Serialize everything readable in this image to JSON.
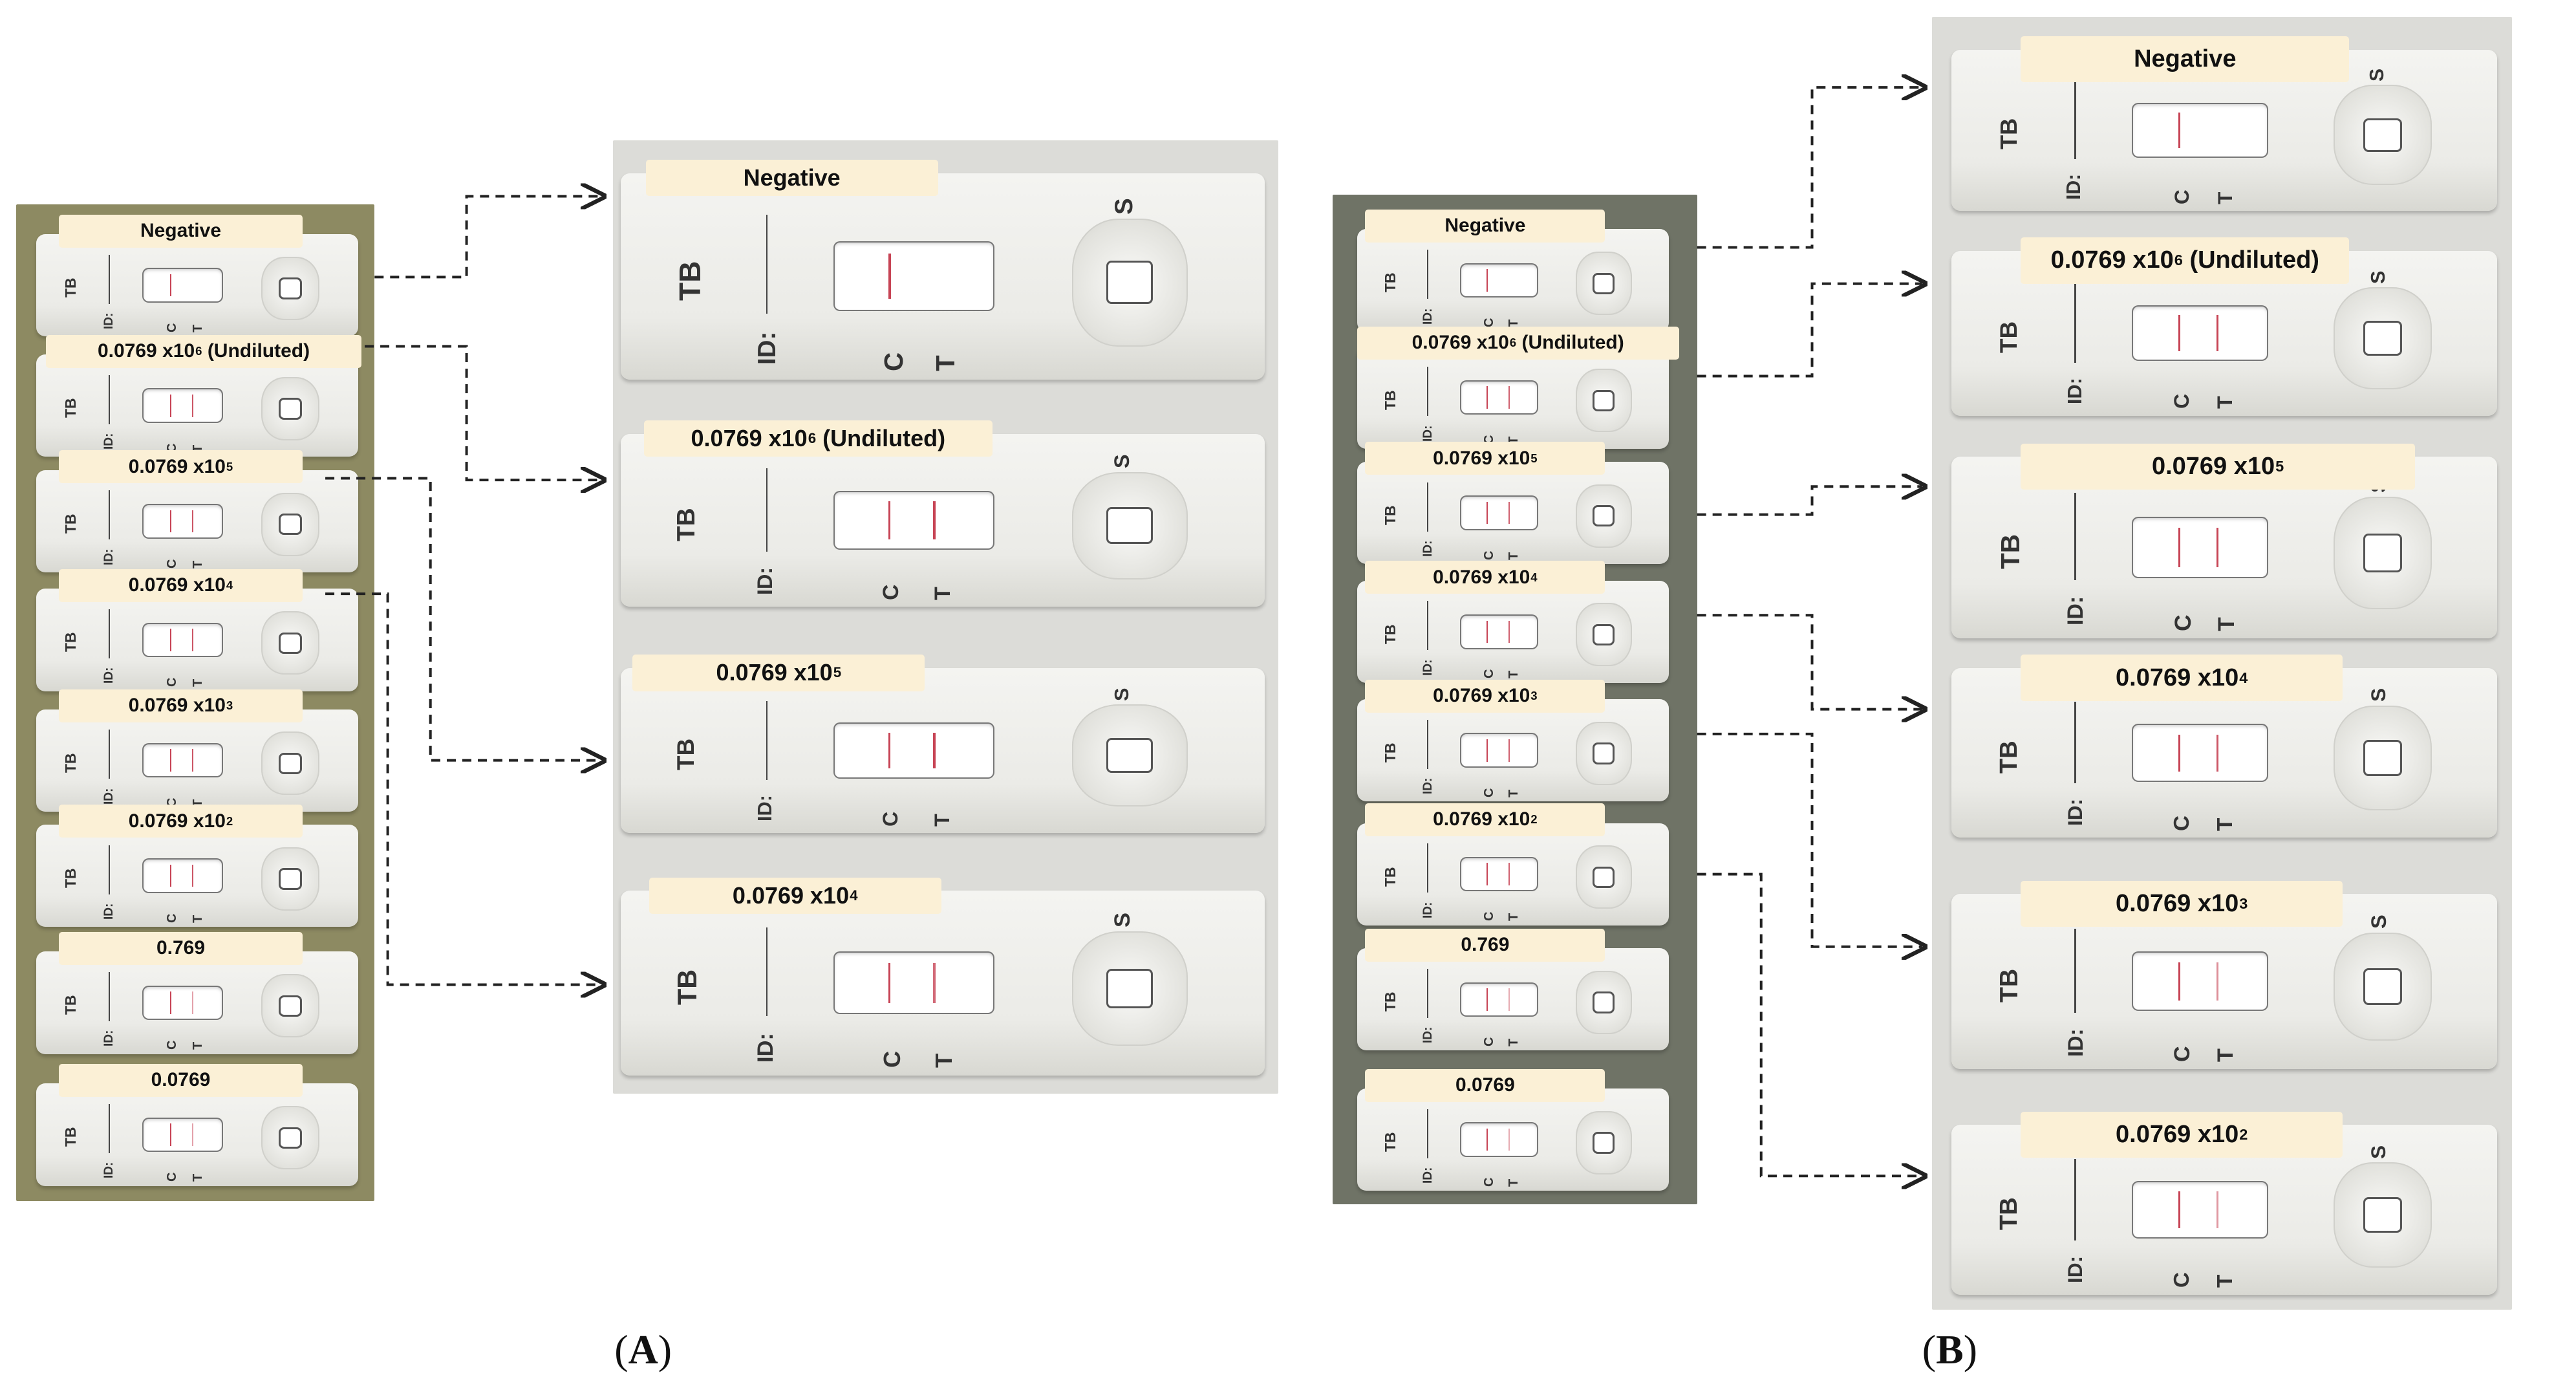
{
  "panel_a": {
    "caption_open": "(",
    "caption_letter": "A",
    "caption_close": ")",
    "column_labels": [
      {
        "base": "Negative",
        "sup": "",
        "suffix": ""
      },
      {
        "base": "0.0769 x10",
        "sup": "6",
        "suffix": " (Undiluted)"
      },
      {
        "base": "0.0769 x10",
        "sup": "5",
        "suffix": ""
      },
      {
        "base": "0.0769 x10",
        "sup": "4",
        "suffix": ""
      },
      {
        "base": "0.0769 x10",
        "sup": "3",
        "suffix": ""
      },
      {
        "base": "0.0769 x10",
        "sup": "2",
        "suffix": ""
      },
      {
        "base": "0.769",
        "sup": "",
        "suffix": ""
      },
      {
        "base": "0.0769",
        "sup": "",
        "suffix": ""
      }
    ],
    "zoom_labels": [
      {
        "base": "Negative",
        "sup": "",
        "suffix": ""
      },
      {
        "base": "0.0769 x10",
        "sup": "6",
        "suffix": " (Undiluted)"
      },
      {
        "base": "0.0769 x10",
        "sup": "5",
        "suffix": ""
      },
      {
        "base": "0.0769 x10",
        "sup": "4",
        "suffix": ""
      }
    ]
  },
  "panel_b": {
    "caption_open": "(",
    "caption_letter": "B",
    "caption_close": ")",
    "column_labels": [
      {
        "base": "Negative",
        "sup": "",
        "suffix": ""
      },
      {
        "base": "0.0769 x10",
        "sup": "6",
        "suffix": " (Undiluted)"
      },
      {
        "base": "0.0769 x10",
        "sup": "5",
        "suffix": ""
      },
      {
        "base": "0.0769 x10",
        "sup": "4",
        "suffix": ""
      },
      {
        "base": "0.0769 x10",
        "sup": "3",
        "suffix": ""
      },
      {
        "base": "0.0769 x10",
        "sup": "2",
        "suffix": ""
      },
      {
        "base": "0.769",
        "sup": "",
        "suffix": ""
      },
      {
        "base": "0.0769",
        "sup": "",
        "suffix": ""
      }
    ],
    "zoom_labels": [
      {
        "base": "Negative",
        "sup": "",
        "suffix": ""
      },
      {
        "base": "0.0769 x10",
        "sup": "6",
        "suffix": " (Undiluted)"
      },
      {
        "base": "0.0769 x10",
        "sup": "5",
        "suffix": ""
      },
      {
        "base": "0.0769 x10",
        "sup": "4",
        "suffix": ""
      },
      {
        "base": "0.0769 x10",
        "sup": "3",
        "suffix": ""
      },
      {
        "base": "0.0769 x10",
        "sup": "2",
        "suffix": ""
      }
    ]
  },
  "cassette_text": {
    "tb": "TB",
    "id": "ID:",
    "c": "C",
    "t": "T",
    "s": "S"
  },
  "colors": {
    "photo_a_bg": "#8d8a62",
    "photo_b_bg": "#6f7366",
    "zoom_bg": "#dcdcd8",
    "test_line": "#c74455",
    "label_bg": "#fbf0d6"
  }
}
